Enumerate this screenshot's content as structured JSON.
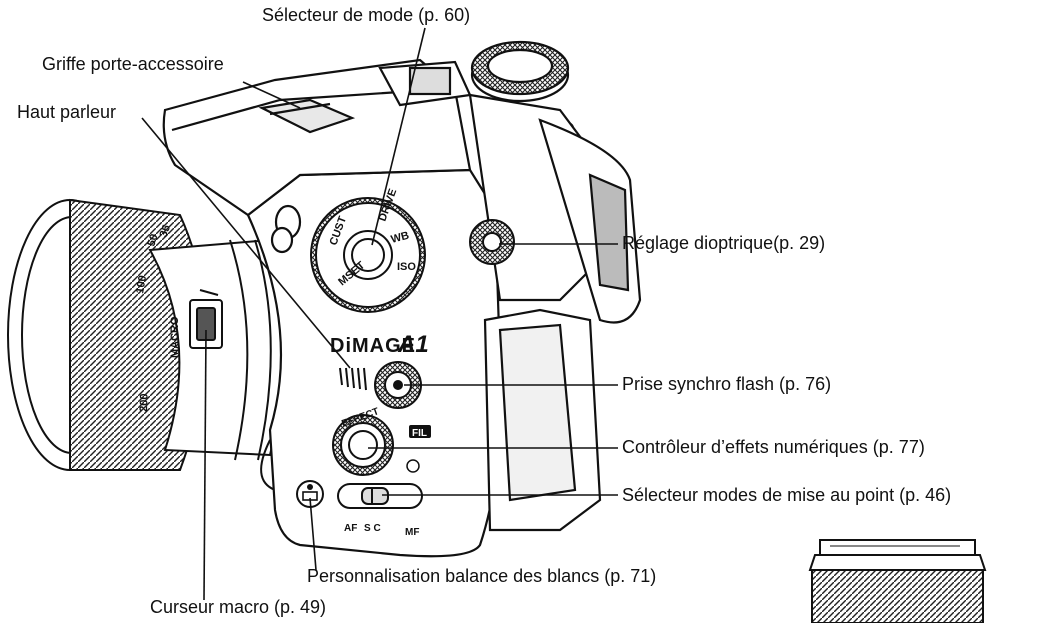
{
  "labels": {
    "mode_selector": "Sélecteur de mode (p. 60)",
    "accessory_shoe": "Griffe porte-accessoire",
    "speaker": "Haut parleur",
    "diopter": "Réglage dioptrique(p. 29)",
    "flash_sync": "Prise synchro flash (p. 76)",
    "digital_effects": "Contrôleur d’effets numériques (p. 77)",
    "focus_mode": "Sélecteur modes de mise au point (p. 46)",
    "custom_wb": "Personnalisation balance des blancs (p. 71)",
    "macro_slider": "Curseur macro (p. 49)"
  },
  "camera_markings": {
    "brand": "DiMAGE",
    "model": "A1",
    "dial_wb": "WB",
    "dial_iso": "ISO",
    "dial_drive": "DRIVE",
    "dial_cust": "CUST",
    "dial_mset": "MSET",
    "effect": "EFFECT",
    "fil": "FIL",
    "macro": "MACRO",
    "lens_200": "200",
    "lens_100": "100",
    "lens_50": "50",
    "lens_35": "35",
    "focus_af": "AF",
    "focus_sc": "S C",
    "focus_mf": "MF"
  }
}
